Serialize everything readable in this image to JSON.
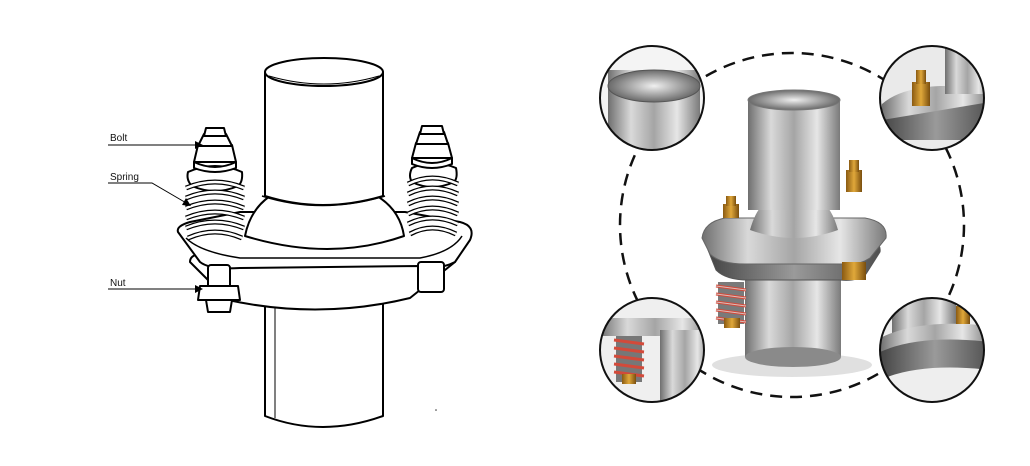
{
  "diagram": {
    "labels": {
      "bolt": "Bolt",
      "spring": "Spring",
      "nut": "Nut"
    }
  },
  "photo": {
    "description_icons": [
      "pipe-end-detail",
      "bolt-nut-detail",
      "spring-detail",
      "flange-detail"
    ]
  }
}
